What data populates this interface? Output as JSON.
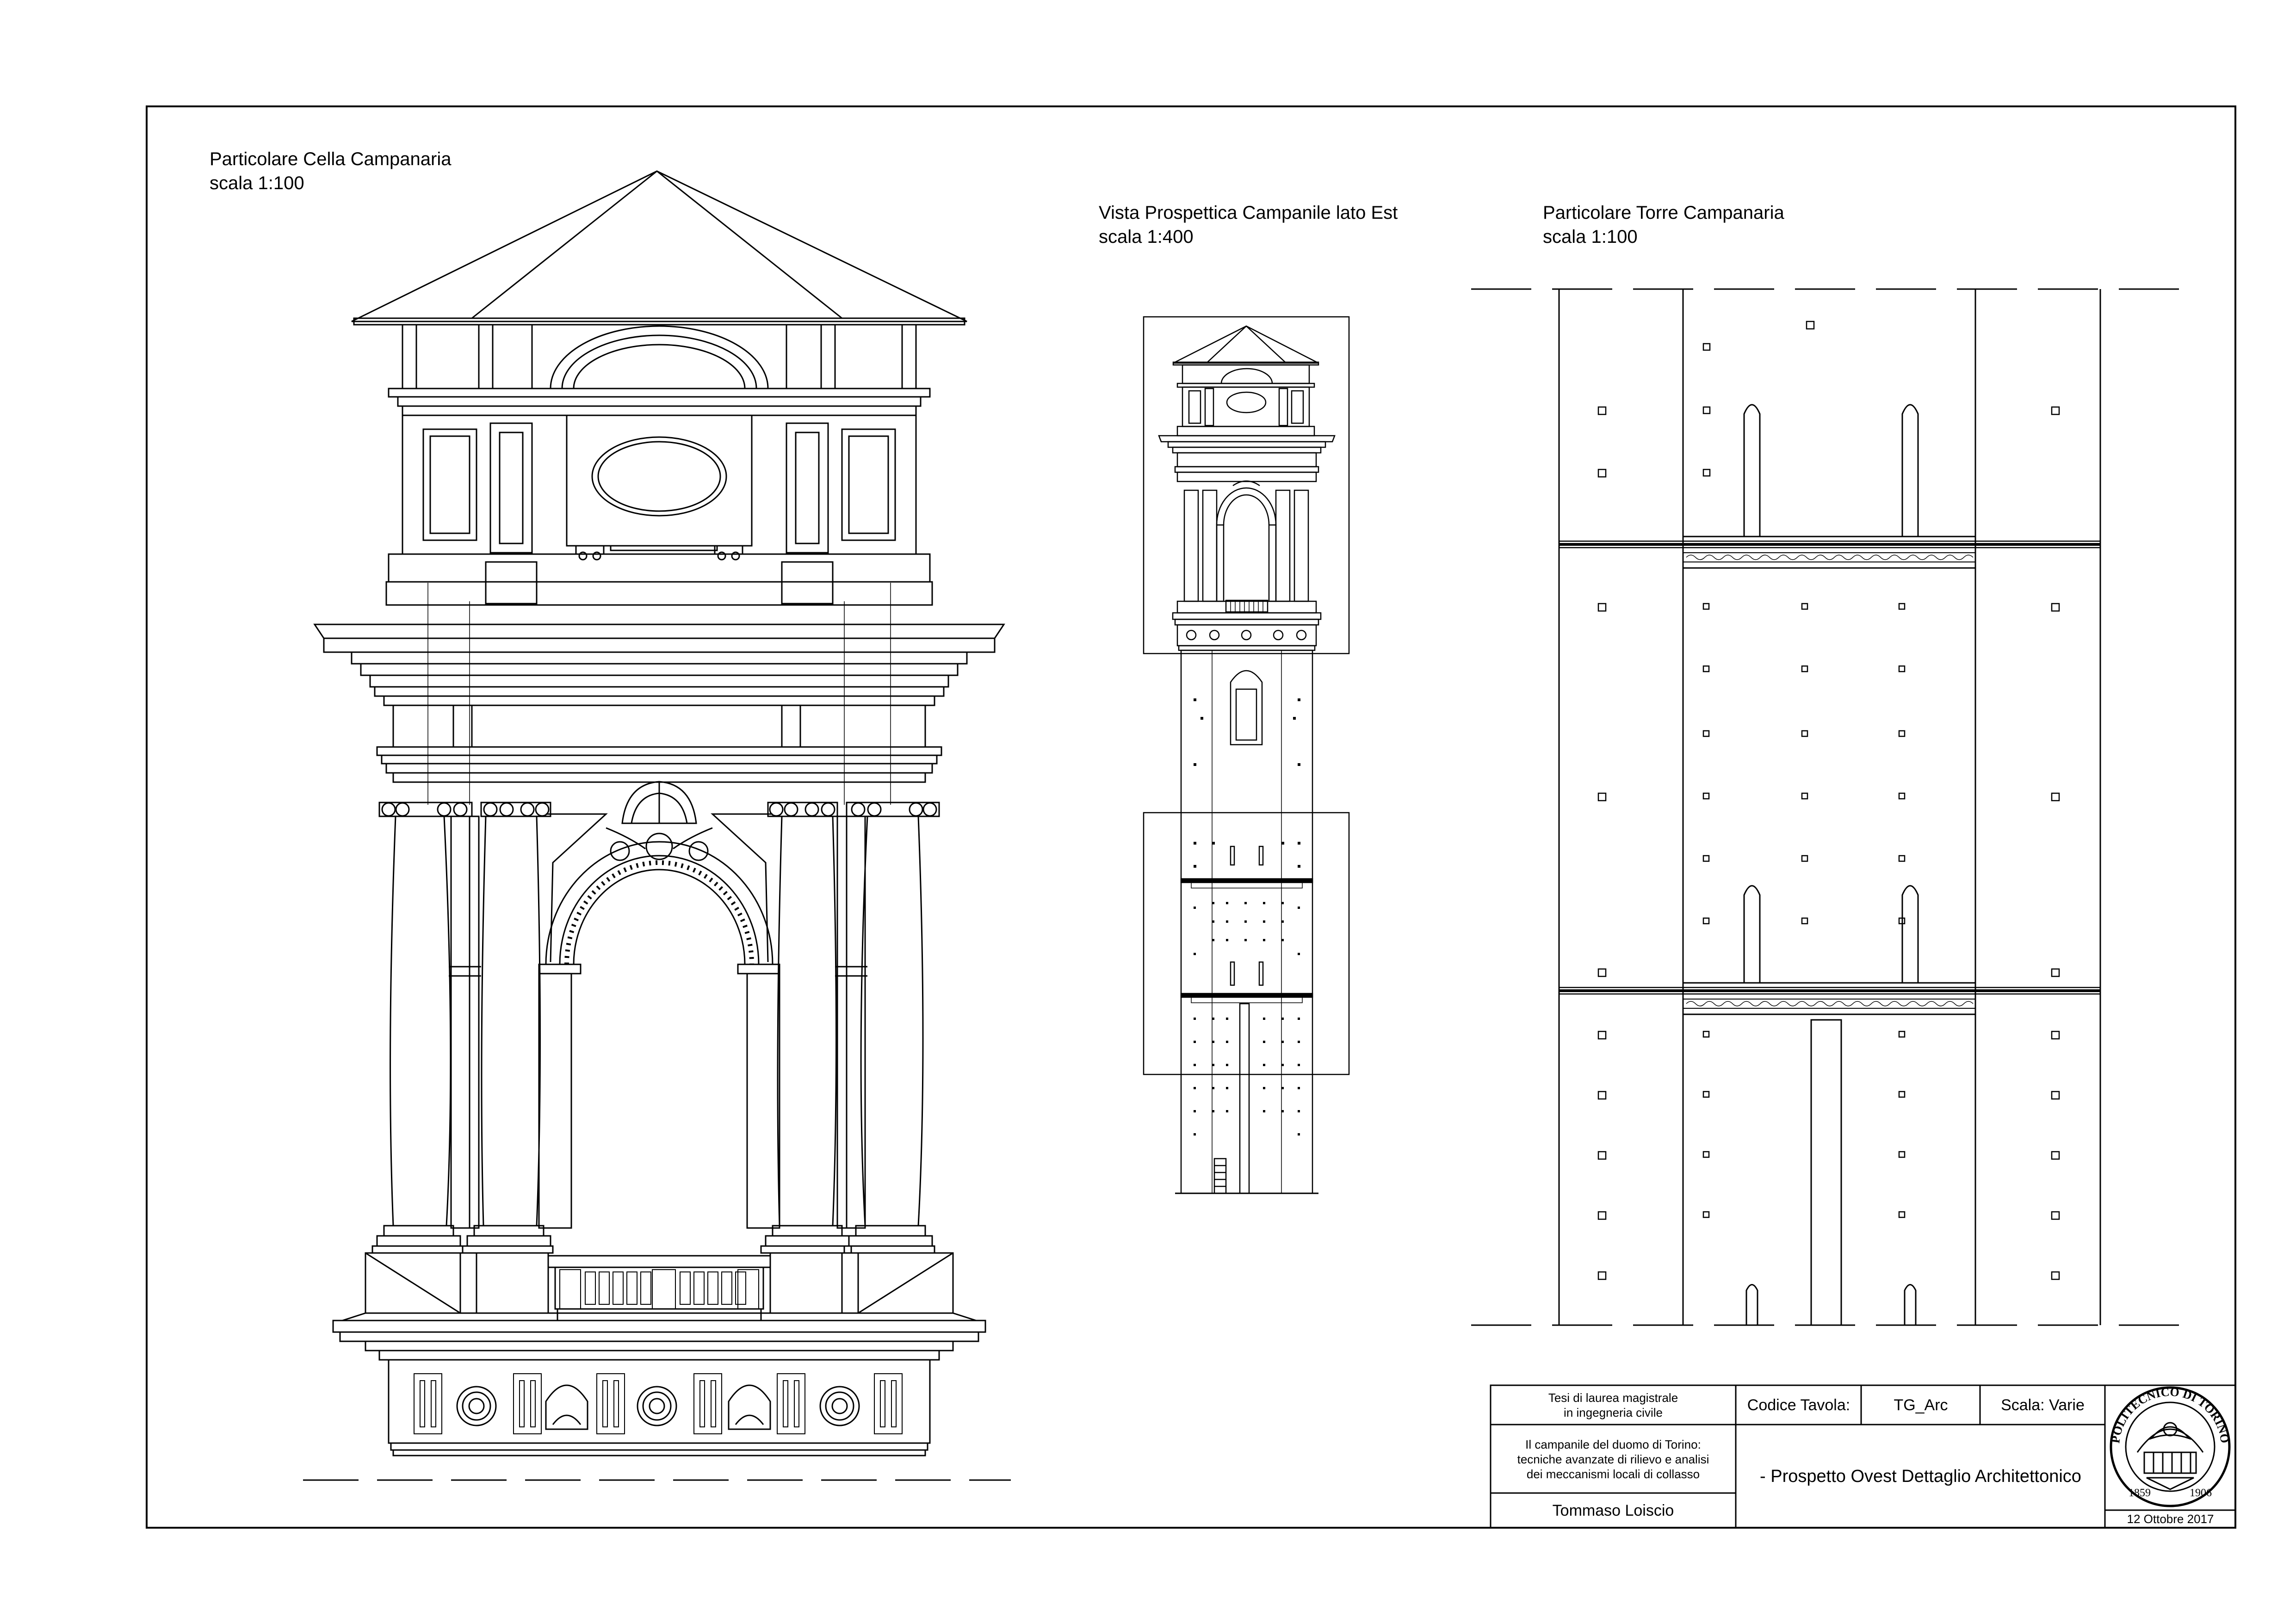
{
  "views": {
    "cella": {
      "title": "Particolare Cella Campanaria",
      "scale": "scala 1:100"
    },
    "vista": {
      "title": "Vista Prospettica Campanile lato Est",
      "scale": "scala 1:400"
    },
    "torre": {
      "title": "Particolare Torre Campanaria",
      "scale": "scala 1:100"
    }
  },
  "title_block": {
    "thesis_line1": "Tesi di laurea magistrale",
    "thesis_line2": "in ingegneria civile",
    "subject_line1": "Il campanile del duomo di Torino:",
    "subject_line2": "tecniche avanzate di rilievo e analisi",
    "subject_line3": "dei meccanismi locali di collasso",
    "author": "Tommaso Loiscio",
    "code_label": "Codice Tavola:",
    "code_value": "TG_Arc",
    "scale_label": "Scala: Varie",
    "sheet_title": "- Prospetto Ovest Dettaglio Architettonico",
    "date": "12 Ottobre 2017",
    "seal_text_top": "POLITECNICO DI TORINO",
    "seal_year_left": "1859",
    "seal_year_right": "1906"
  }
}
